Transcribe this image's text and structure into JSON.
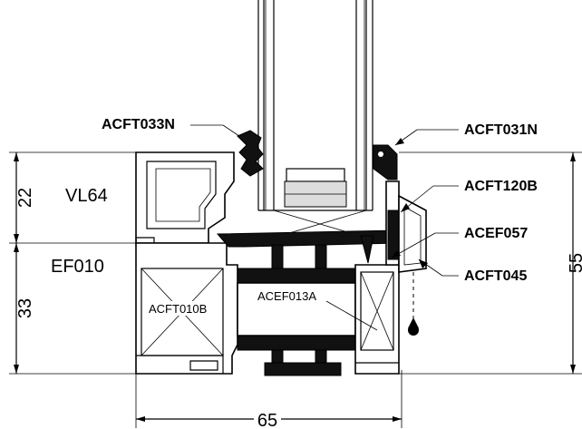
{
  "labels": {
    "acft033n": "ACFT033N",
    "acft031n": "ACFT031N",
    "acft120b": "ACFT120B",
    "acef057": "ACEF057",
    "acft045": "ACFT045",
    "acft010b": "ACFT010B",
    "acef013a": "ACEF013A",
    "vl64": "VL64",
    "ef010": "EF010"
  },
  "dimensions": {
    "upper_height": "22",
    "lower_height": "33",
    "total_height": "55",
    "width": "65"
  }
}
